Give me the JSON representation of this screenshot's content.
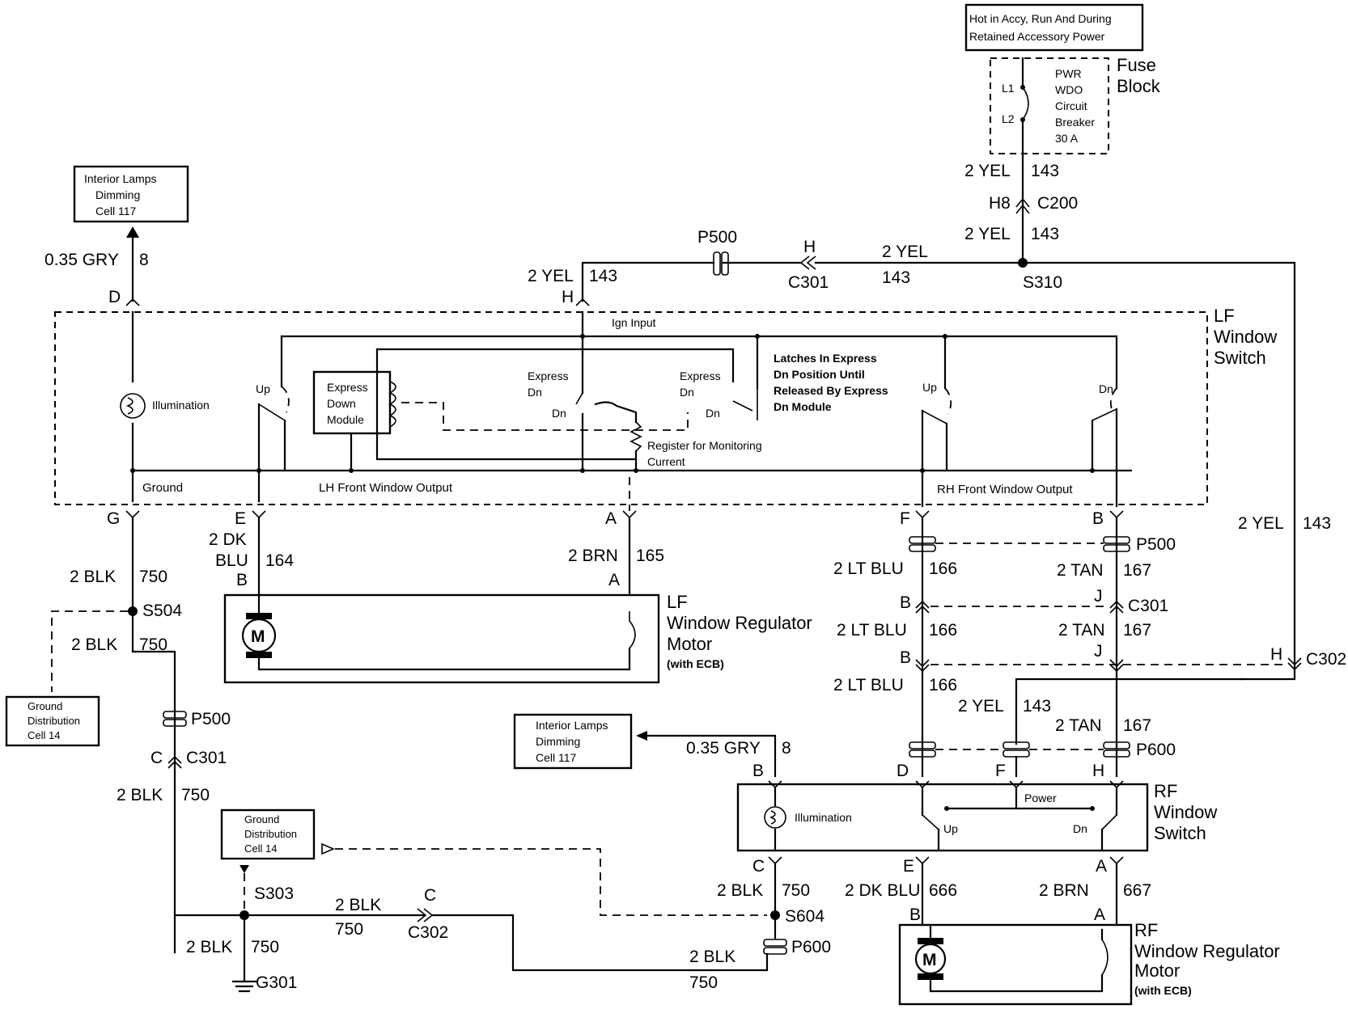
{
  "power_box": {
    "line1": "Hot in Accy, Run And During",
    "line2": "Retained Accessory Power"
  },
  "fuse_block": {
    "title1": "Fuse",
    "title2": "Block",
    "l1": "L1",
    "l2": "L2",
    "cb1": "PWR",
    "cb2": "WDO",
    "cb3": "Circuit",
    "cb4": "Breaker",
    "cb5": "30 A"
  },
  "ref_dim_top": {
    "l1": "Interior Lamps",
    "l2": "Dimming",
    "l3": "Cell 117"
  },
  "ref_dim_mid": {
    "l1": "Interior Lamps",
    "l2": "Dimming",
    "l3": "Cell 117"
  },
  "ref_gnd_left": {
    "l1": "Ground",
    "l2": "Distribution",
    "l3": "Cell 14"
  },
  "ref_gnd_mid": {
    "l1": "Ground",
    "l2": "Distribution",
    "l3": "Cell 14"
  },
  "lf_switch": {
    "title1": "LF",
    "title2": "Window",
    "title3": "Switch",
    "ign_input": "Ign Input",
    "illumination": "Illumination",
    "up_l": "Up",
    "up_r": "Up",
    "dn_r": "Dn",
    "edm1": "Express",
    "edm2": "Down",
    "edm3": "Module",
    "exp_dn_a1": "Express",
    "exp_dn_a2": "Dn",
    "dn_a": "Dn",
    "exp_dn_b1": "Express",
    "exp_dn_b2": "Dn",
    "dn_b": "Dn",
    "latch1": "Latches In Express",
    "latch2": "Dn Position Until",
    "latch3": "Released By Express",
    "latch4": "Dn Module",
    "reg1": "Register for Monitoring",
    "reg2": "Current",
    "ground": "Ground",
    "lh_out": "LH Front Window Output",
    "rh_out": "RH Front Window Output"
  },
  "lf_motor": {
    "title1": "LF",
    "title2": "Window Regulator",
    "title3": "Motor",
    "title4": "(with ECB)",
    "m": "M"
  },
  "rf_switch": {
    "title1": "RF",
    "title2": "Window",
    "title3": "Switch",
    "illumination": "Illumination",
    "power": "Power",
    "up": "Up",
    "dn": "Dn"
  },
  "rf_motor": {
    "title1": "RF",
    "title2": "Window Regulator",
    "title3": "Motor",
    "title4": "(with ECB)",
    "m": "M"
  },
  "labels": {
    "y143_a": "2 YEL",
    "n143_a": "143",
    "h8": "H8",
    "c200": "C200",
    "y143_b": "2 YEL",
    "n143_b": "143",
    "s310": "S310",
    "y143_c": "2 YEL",
    "n143_c": "143",
    "h_c301": "H",
    "c301_top": "C301",
    "p500_top": "P500",
    "y143_d": "2 YEL",
    "n143_d": "143",
    "h_pin": "H",
    "gry_a": "0.35 GRY",
    "n8_a": "8",
    "d_pin": "D",
    "y143_e": "2 YEL",
    "n143_e": "143",
    "g_pin": "G",
    "e_pin": "E",
    "a_pin": "A",
    "f_pin": "F",
    "b_pin": "B",
    "blk_a": "2 BLK",
    "n750_a": "750",
    "s504": "S504",
    "blk_b": "2 BLK",
    "n750_b": "750",
    "dkblu_1": "2 DK",
    "dkblu_2": "BLU",
    "n164": "164",
    "brn_a": "2 BRN",
    "n165": "165",
    "b_motor": "B",
    "a_motor": "A",
    "ltblu_a": "2 LT BLU",
    "n166_a": "166",
    "tan_a": "2 TAN",
    "n167_a": "167",
    "p500_r": "P500",
    "b_c301": "B",
    "j_c301": "J",
    "c301_r": "C301",
    "ltblu_b": "2 LT BLU",
    "n166_b": "166",
    "tan_b": "2 TAN",
    "n167_b": "167",
    "b_c302": "B",
    "j_c302": "J",
    "h_c302": "H",
    "c302_r": "C302",
    "ltblu_c": "2 LT BLU",
    "n166_c": "166",
    "y143_f": "2 YEL",
    "n143_f": "143",
    "tan_c": "2 TAN",
    "n167_c": "167",
    "p600_r": "P600",
    "gry_b": "0.35 GRY",
    "n8_b": "8",
    "b_rf": "B",
    "d_rf": "D",
    "f_rf": "F",
    "h_rf": "H",
    "c_rf": "C",
    "e_rf": "E",
    "a_rf": "A",
    "blk_c": "2 BLK",
    "n750_c": "750",
    "dkblu_b": "2 DK BLU",
    "n666": "666",
    "brn_b": "2 BRN",
    "n667": "667",
    "s604": "S604",
    "b_rfm": "B",
    "a_rfm": "A",
    "p600_b": "P600",
    "p500_l": "P500",
    "c_c301": "C",
    "c301_l": "C301",
    "blk_d": "2 BLK",
    "n750_d": "750",
    "s303": "S303",
    "blk_e": "2 BLK",
    "n750_e": "750",
    "c_c302": "C",
    "c302_b": "C302",
    "blk_f": "2 BLK",
    "n750_f": "750",
    "g301": "G301",
    "blk_g": "2 BLK",
    "n750_g": "750"
  }
}
